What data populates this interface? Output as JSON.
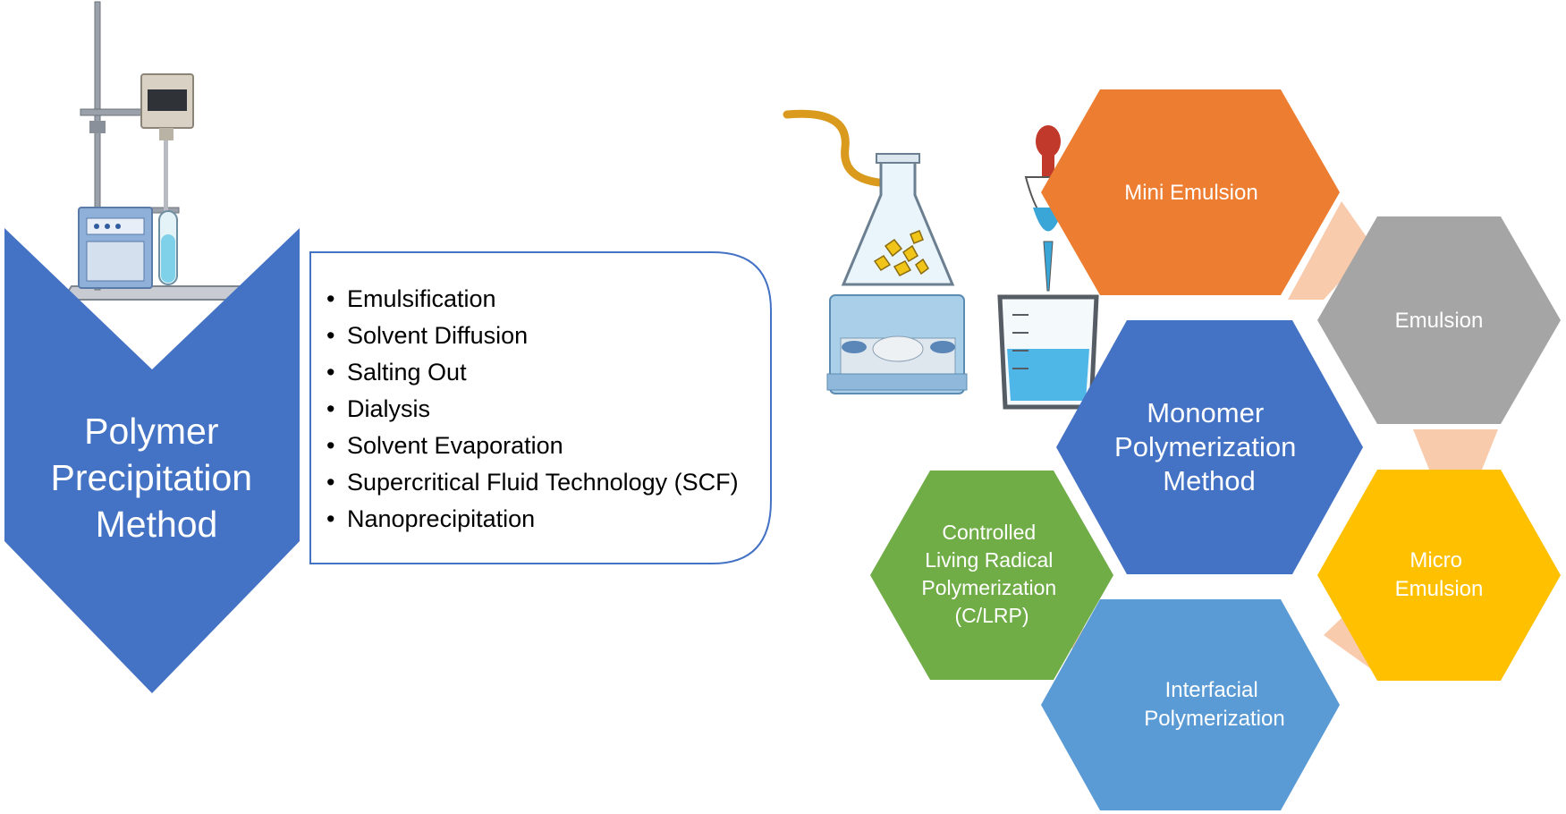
{
  "left": {
    "chevron_title": [
      "Polymer",
      "Precipitation",
      "Method"
    ],
    "methods": [
      "Emulsification",
      "Solvent Diffusion",
      "Salting Out",
      "Dialysis",
      "Solvent Evaporation",
      "Supercritical Fluid Technology (SCF)",
      "Nanoprecipitation"
    ],
    "bullet": "•",
    "colors": {
      "chevron": "#4472c4",
      "box_border": "#4472c4"
    }
  },
  "right": {
    "center": {
      "lines": [
        "Monomer",
        "Polymerization",
        "Method"
      ],
      "color": "#4472c4"
    },
    "hexagons": {
      "mini_emulsion": {
        "lines": [
          "Mini Emulsion"
        ],
        "color": "#ed7d31"
      },
      "emulsion": {
        "lines": [
          "Emulsion"
        ],
        "color": "#a5a5a5"
      },
      "micro_emulsion": {
        "lines": [
          "Micro",
          "Emulsion"
        ],
        "color": "#ffc000"
      },
      "interfacial": {
        "lines": [
          "Interfacial",
          "Polymerization"
        ],
        "color": "#5b9bd5"
      },
      "clrp": {
        "lines": [
          "Controlled",
          "Living Radical",
          "Polymerization",
          "(C/LRP)"
        ],
        "color": "#70ad47"
      }
    },
    "connector_color": "#f8cbad"
  }
}
